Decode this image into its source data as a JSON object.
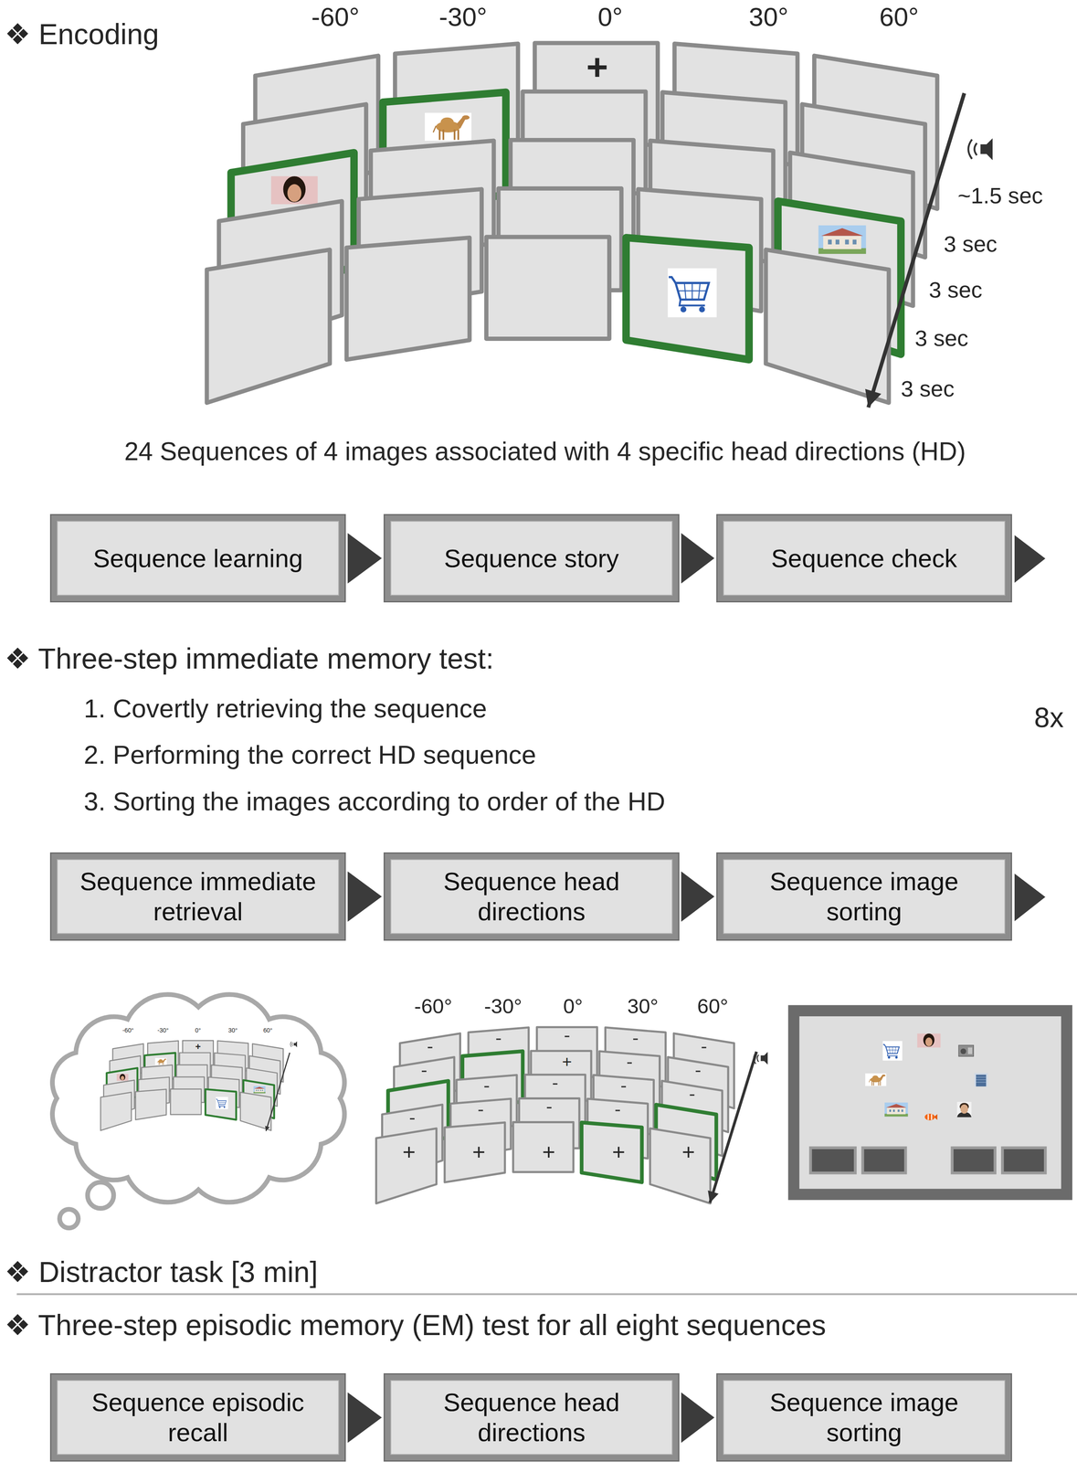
{
  "diagram": {
    "nodes": [
      {
        "text": [
          "Sequence learning"
        ]
      },
      {
        "text": [
          "Sequence story"
        ]
      },
      {
        "text": [
          "Sequence check"
        ]
      },
      {
        "text": [
          "Sequence immediate retrieval"
        ]
      },
      {
        "text": [
          "Sequence head directions"
        ]
      },
      {
        "text": [
          "Sequence image sorting"
        ]
      },
      {
        "text": [
          "Sequence episodic recall"
        ]
      },
      {
        "text": [
          "Sequence head directions"
        ]
      },
      {
        "text": [
          "Sequence image sorting"
        ]
      }
    ],
    "edges": [
      {
        "from": 0,
        "to": 1,
        "arrow": "to"
      },
      {
        "from": 1,
        "to": 2,
        "arrow": "to"
      },
      {
        "from": 3,
        "to": 4,
        "arrow": "to"
      },
      {
        "from": 4,
        "to": 5,
        "arrow": "to"
      },
      {
        "from": 6,
        "to": 7,
        "arrow": "to"
      },
      {
        "from": 7,
        "to": 8,
        "arrow": "to"
      }
    ],
    "labels": [
      "❖ Encoding",
      "-60°",
      "-30°",
      "0°",
      "30°",
      "60°",
      "+",
      "~1.5 sec",
      "3 sec",
      "3 sec",
      "3 sec",
      "3 sec",
      "24 Sequences of 4 images associated with 4 specific head directions (HD)",
      "❖ Three-step immediate memory test:",
      "1. Covertly retrieving the sequence",
      "2. Performing the correct HD sequence",
      "3. Sorting the images according to order of the HD",
      "8x",
      "-60°",
      "-30°",
      "0°",
      "30°",
      "60°",
      "+",
      "-60°",
      "-30°",
      "0°",
      "30°",
      "60°",
      "+",
      "+",
      "+",
      "+",
      "+",
      "+",
      "❖ Distractor task [3 min]",
      "❖ Three-step episodic memory (EM) test for all eight sequences"
    ]
  }
}
